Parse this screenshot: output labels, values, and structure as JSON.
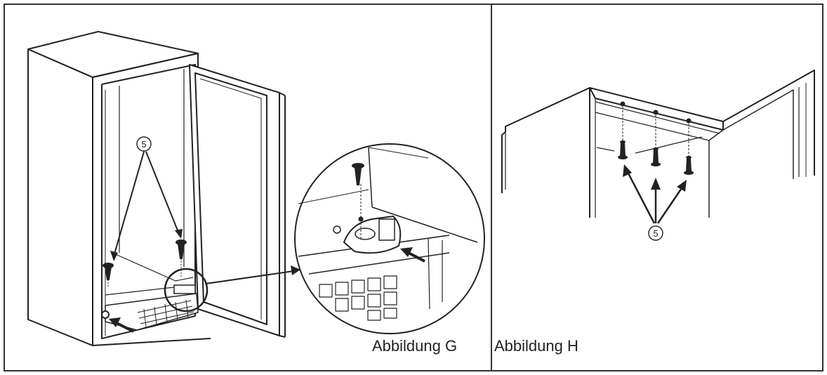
{
  "figure_g": {
    "caption": "Abbildung G",
    "callout_number": "5"
  },
  "figure_h": {
    "caption": "Abbildung H",
    "callout_number": "5"
  },
  "colors": {
    "line": "#222222",
    "background": "#ffffff"
  }
}
